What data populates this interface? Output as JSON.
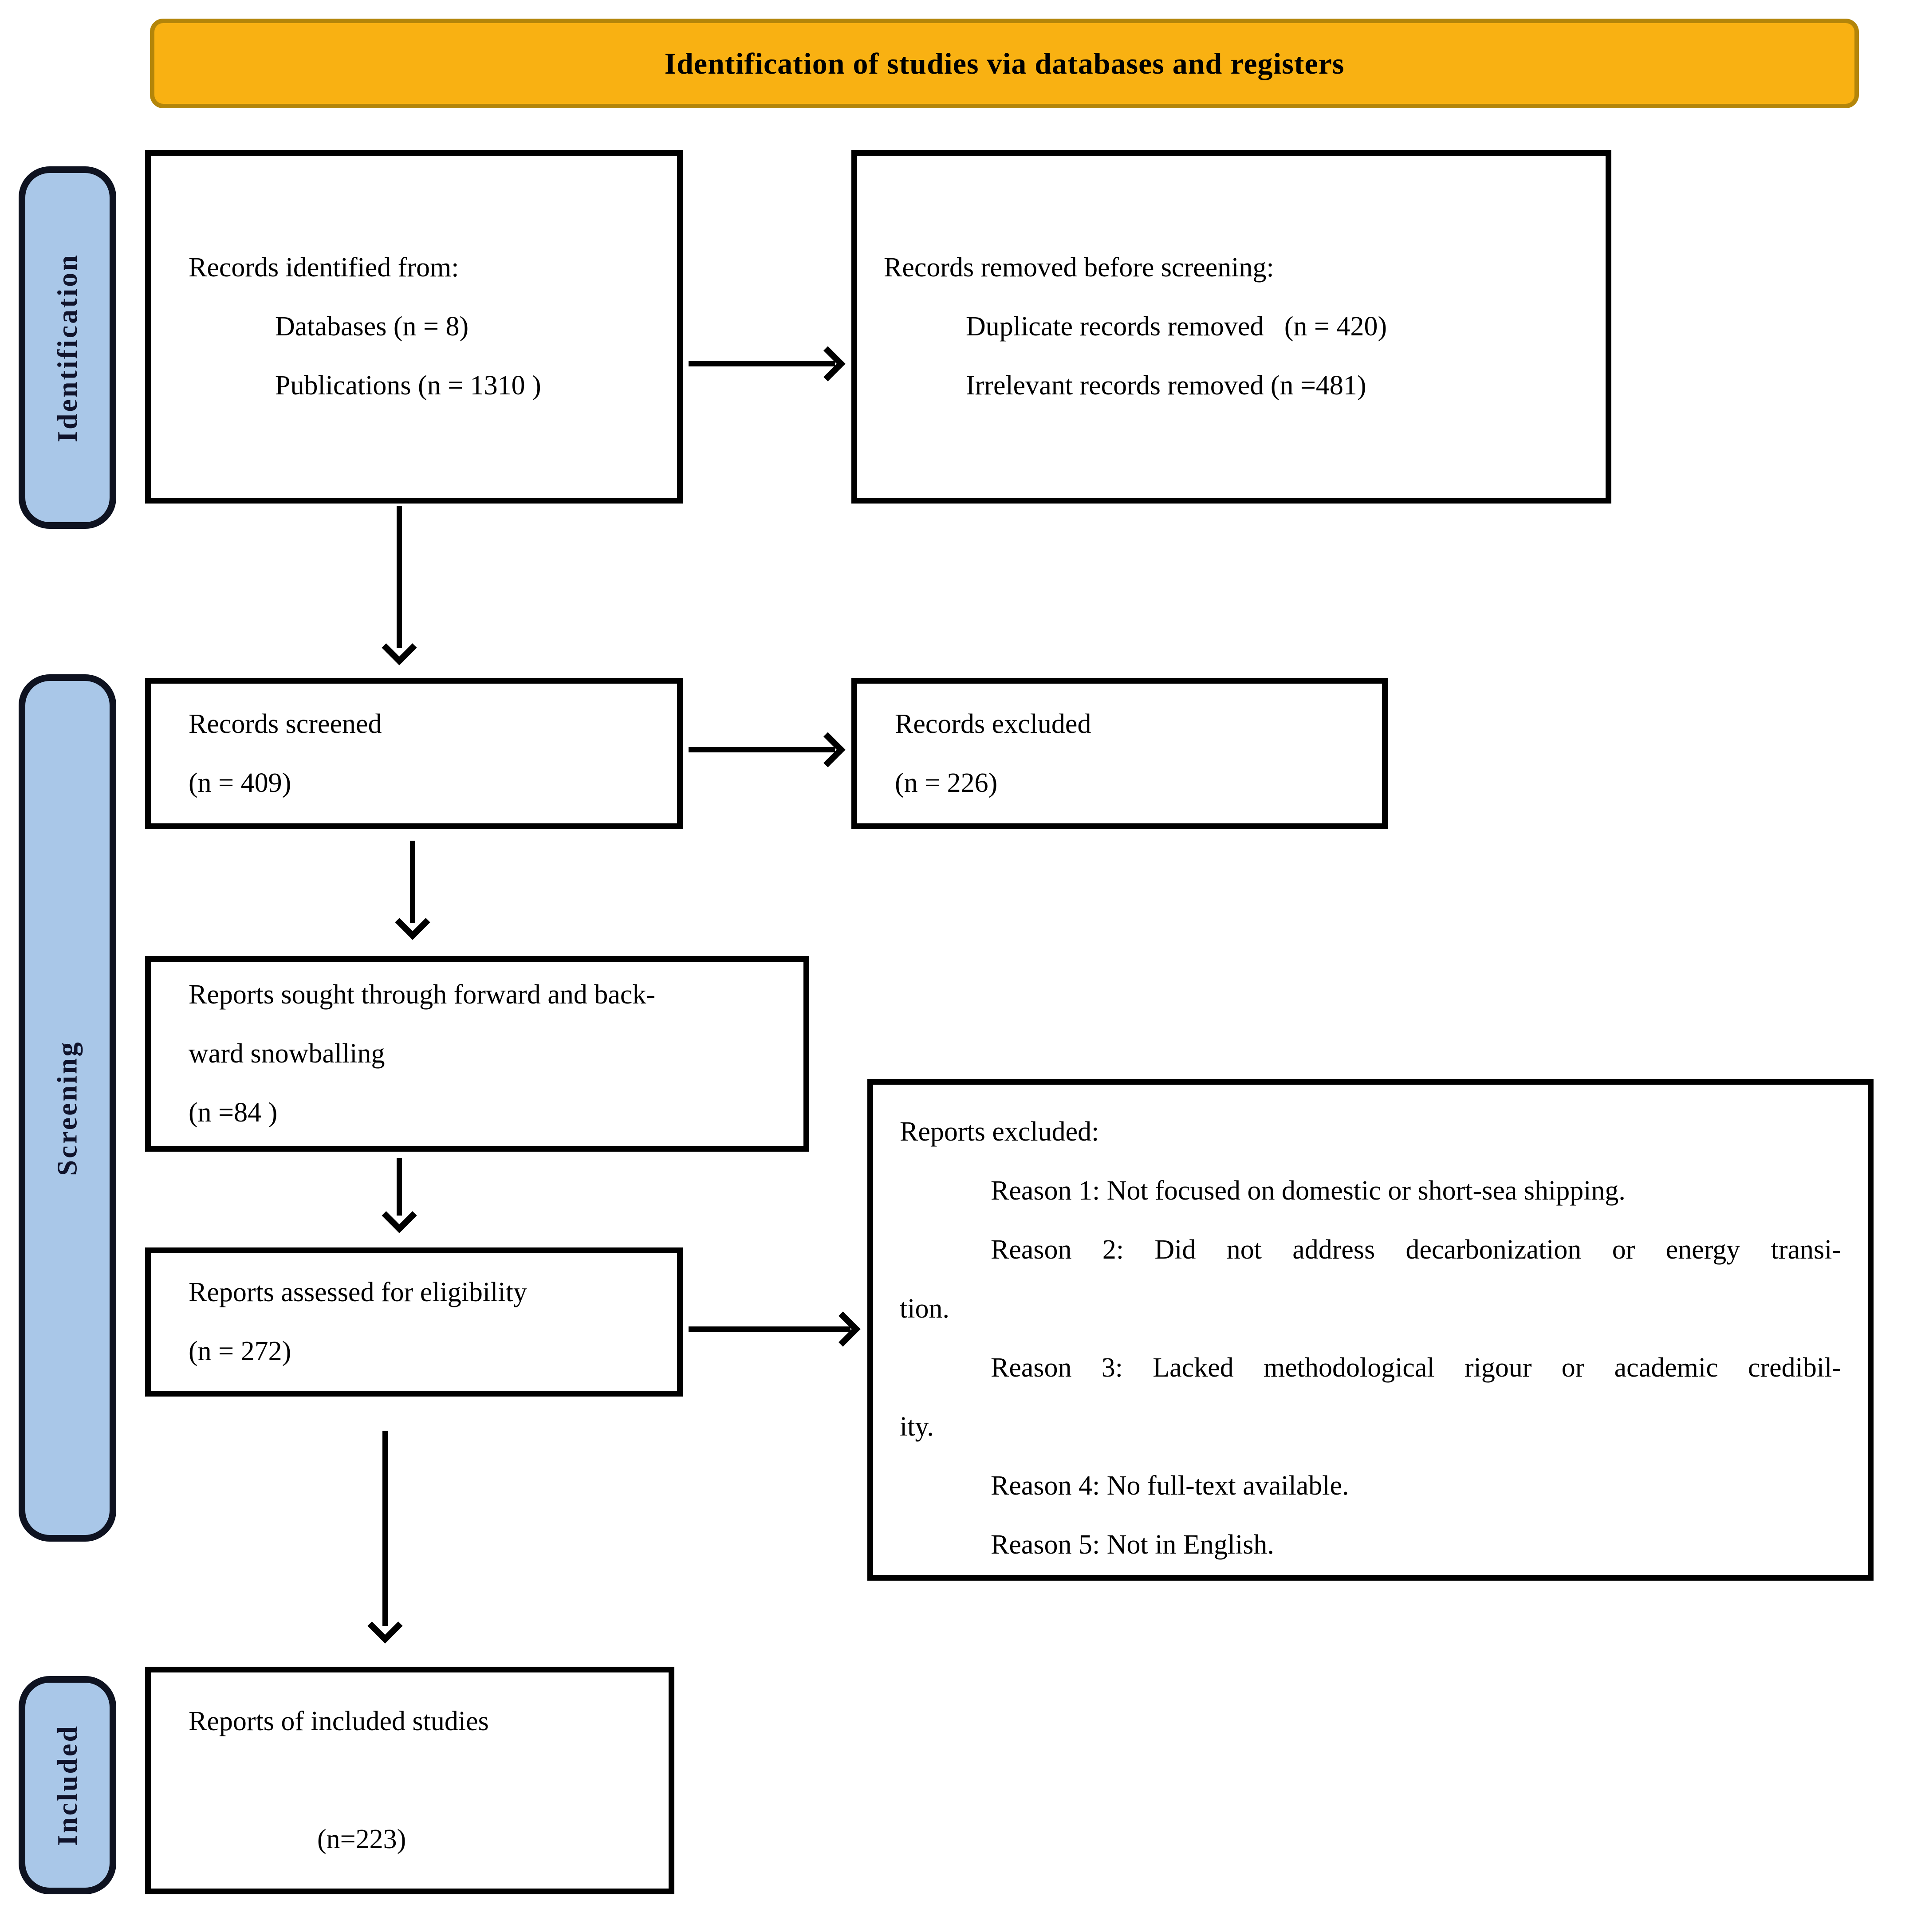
{
  "banner": {
    "label": "Identification of studies via databases and registers"
  },
  "stages": {
    "identification": "Identification",
    "screening": "Screening",
    "included": "Included"
  },
  "boxes": {
    "records_identified": {
      "line1": "Records identified from:",
      "line2": "Databases (n = 8)",
      "line3": "Publications (n = 1310 )"
    },
    "records_removed": {
      "line1": "Records removed before screening:",
      "line2": "Duplicate records removed   (n = 420)",
      "line3": "Irrelevant records removed (n =481)"
    },
    "records_screened": {
      "line1": "Records screened",
      "line2": "(n = 409)"
    },
    "records_excluded": {
      "line1": "Records excluded",
      "line2": "(n = 226)"
    },
    "snowballing": {
      "line1": "Reports sought through forward and back-",
      "line2": "ward snowballing",
      "line3": "(n =84 )"
    },
    "assessed": {
      "line1": "Reports assessed for eligibility",
      "line2": "(n = 272)"
    },
    "reports_excluded": {
      "title": "Reports excluded:",
      "reason1": "Reason 1: Not focused on domestic or short-sea shipping.",
      "reason2a": "Reason 2: Did not address decarbonization or energy transi-",
      "reason2b": "tion.",
      "reason3a": "Reason 3: Lacked methodological rigour or academic credibil-",
      "reason3b": "ity.",
      "reason4": "Reason 4: No full-text available.",
      "reason5": "Reason 5: Not in English."
    },
    "included_reports": {
      "line1": "Reports of included studies",
      "line2": "(n=223)"
    }
  },
  "colors": {
    "banner-fill": "#F9B112",
    "banner-border": "#B3850A",
    "stage-fill": "#A9C7E8",
    "stage-border": "#0E1220",
    "box-border": "#000000"
  }
}
